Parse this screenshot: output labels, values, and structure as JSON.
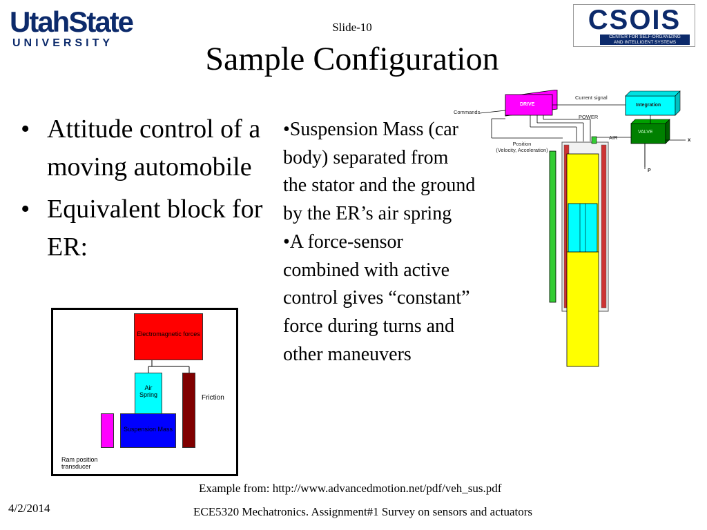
{
  "header": {
    "university_logo": {
      "line1": "UtahState",
      "line2": "UNIVERSITY"
    },
    "slide_number": "Slide-10",
    "title": "Sample Configuration",
    "csois_logo": {
      "name": "CSOIS",
      "subtitle_1": "CENTER FOR SELF-ORGANIZING",
      "subtitle_2": "AND INTELLIGENT SYSTEMS"
    }
  },
  "left_bullets": [
    {
      "bullet": "•",
      "text": "Attitude control of a moving automobile"
    },
    {
      "bullet": "•",
      "text": "Equivalent block for ER:"
    }
  ],
  "middle_text": [
    "•Suspension Mass (car body) separated from the stator and the ground by the ER’s air spring",
    "•A force-sensor combined with active control gives “constant” force during turns and other maneuvers"
  ],
  "er_block_diagram": {
    "electromagnetic": "Electromagnetic forces",
    "air_spring": "Air Spring",
    "friction": "Friction",
    "suspension_mass": "Suspension Mass",
    "ram_position": "Ram position transducer",
    "colors": {
      "red": "#ff0000",
      "cyan": "#00ffff",
      "maroon": "#800000",
      "blue": "#0000ff",
      "magenta": "#ff00ff"
    }
  },
  "suspension_diagram": {
    "drive": "DRIVE",
    "current_signal": "Current signal",
    "integration": "Integration",
    "commands": "Commands",
    "power": "POWER",
    "valve": "VALVE",
    "air": "AIR",
    "x_label": "x",
    "position_label": "Position",
    "position_sub": "(Velocity, Acceleration)",
    "p_label": "P"
  },
  "footer": {
    "example_source": "Example from: http://www.advancedmotion.net/pdf/veh_sus.pdf",
    "date": "4/2/2014",
    "course": "ECE5320 Mechatronics. Assignment#1 Survey on sensors and actuators"
  }
}
